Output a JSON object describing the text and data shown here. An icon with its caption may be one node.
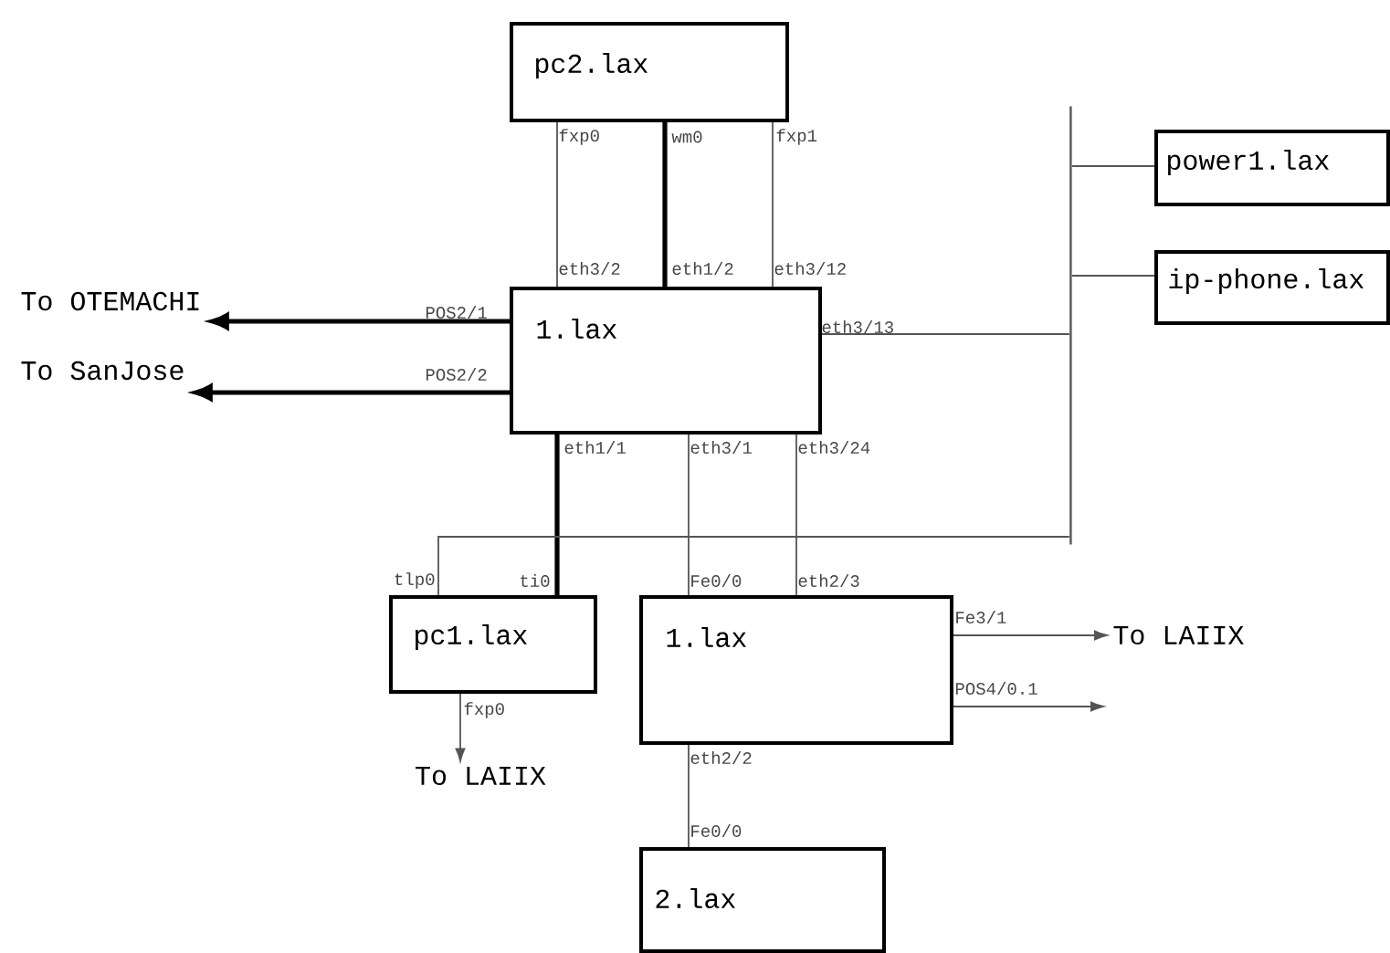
{
  "diagram": {
    "nodes": [
      {
        "text": [
          "pc2.lax"
        ]
      },
      {
        "text": [
          "1.lax"
        ]
      },
      {
        "text": [
          "power1.lax"
        ]
      },
      {
        "text": [
          "ip-phone.lax"
        ]
      },
      {
        "text": [
          "To OTEMACHI"
        ]
      },
      {
        "text": [
          "To SanJose"
        ]
      },
      {
        "text": [],
        "shape": "bar"
      },
      {
        "text": [
          "pc1.lax"
        ]
      },
      {
        "text": [
          "1.lax"
        ]
      },
      {
        "text": [
          "To LAIIX"
        ]
      },
      {
        "text": [
          "To LAIIX"
        ]
      },
      {
        "text": [
          "2.lax"
        ]
      }
    ],
    "edges": [
      {
        "from": 0,
        "to": 1,
        "arrow": "none"
      },
      {
        "from": 0,
        "to": 1,
        "arrow": "none",
        "style": "thick"
      },
      {
        "from": 0,
        "to": 1,
        "arrow": "none"
      },
      {
        "from": 1,
        "to": 4,
        "arrow": "to",
        "style": "thick"
      },
      {
        "from": 1,
        "to": 5,
        "arrow": "to",
        "style": "thick"
      },
      {
        "from": 1,
        "to": 6,
        "arrow": "none"
      },
      {
        "from": 6,
        "to": 2,
        "arrow": "none"
      },
      {
        "from": 6,
        "to": 3,
        "arrow": "none"
      },
      {
        "from": 1,
        "to": 7,
        "arrow": "none",
        "style": "thick"
      },
      {
        "from": 1,
        "to": 8,
        "arrow": "none"
      },
      {
        "from": 1,
        "to": 8,
        "arrow": "none"
      },
      {
        "from": 7,
        "to": 6,
        "arrow": "none"
      },
      {
        "from": 8,
        "to": 9,
        "arrow": "to"
      },
      {
        "from": 8,
        "to": null,
        "arrow": "to"
      },
      {
        "from": 7,
        "to": 10,
        "arrow": "to"
      },
      {
        "from": 8,
        "to": 11,
        "arrow": "none"
      }
    ],
    "labels": [
      "fxp0",
      "wm0",
      "fxp1",
      "eth3/2",
      "eth1/2",
      "eth3/12",
      "POS2/1",
      "POS2/2",
      "eth3/13",
      "eth1/1",
      "eth3/1",
      "eth3/24",
      "tlp0",
      "ti0",
      "Fe0/0",
      "eth2/3",
      "fxp0",
      "Fe3/1",
      "POS4/0.1",
      "eth2/2",
      "Fe0/0"
    ]
  }
}
